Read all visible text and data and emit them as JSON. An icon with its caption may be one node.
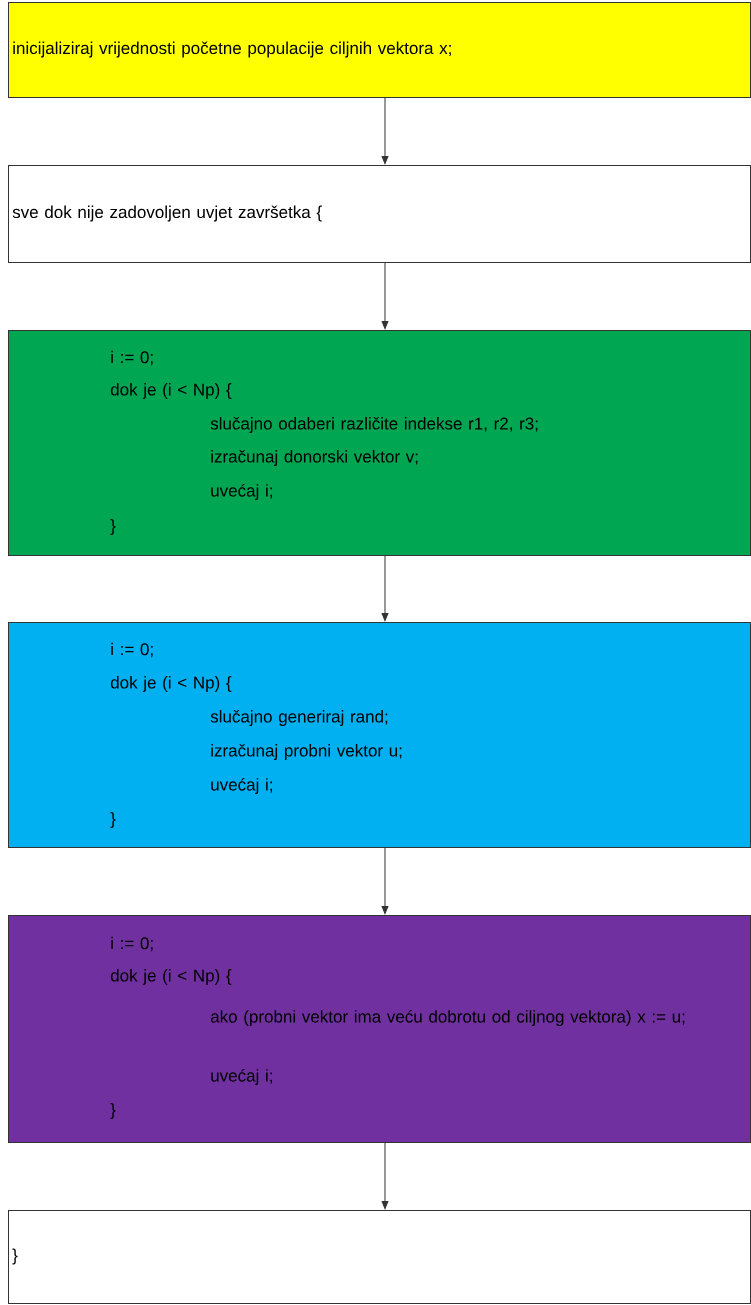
{
  "diagram": {
    "nodes": [
      {
        "text": [
          "inicijaliziraj vrijednosti početne populacije ciljnih vektora x;"
        ]
      },
      {
        "text": [
          "sve dok nije zadovoljen uvjet završetka {"
        ]
      },
      {
        "text": [
          "i := 0;",
          "dok je (i < Np) {",
          "slučajno odaberi različite indekse r1, r2, r3;",
          "izračunaj donorski vektor v;",
          "uvećaj i;",
          "}"
        ]
      },
      {
        "text": [
          "i := 0;",
          "dok je (i < Np) {",
          "slučajno generiraj rand;",
          "izračunaj probni vektor u;",
          "uvećaj i;",
          "}"
        ]
      },
      {
        "text": [
          "i := 0;",
          "dok je (i < Np) {",
          "ako (probni vektor ima veću dobrotu od ciljnog vektora) x := u;",
          "uvećaj i;",
          "}"
        ]
      },
      {
        "text": [
          "}"
        ]
      }
    ],
    "edges": [
      {
        "from": 0,
        "to": 1,
        "arrow": "to"
      },
      {
        "from": 1,
        "to": 2,
        "arrow": "to"
      },
      {
        "from": 2,
        "to": 3,
        "arrow": "to"
      },
      {
        "from": 3,
        "to": 4,
        "arrow": "to"
      },
      {
        "from": 4,
        "to": 5,
        "arrow": "to"
      }
    ]
  }
}
